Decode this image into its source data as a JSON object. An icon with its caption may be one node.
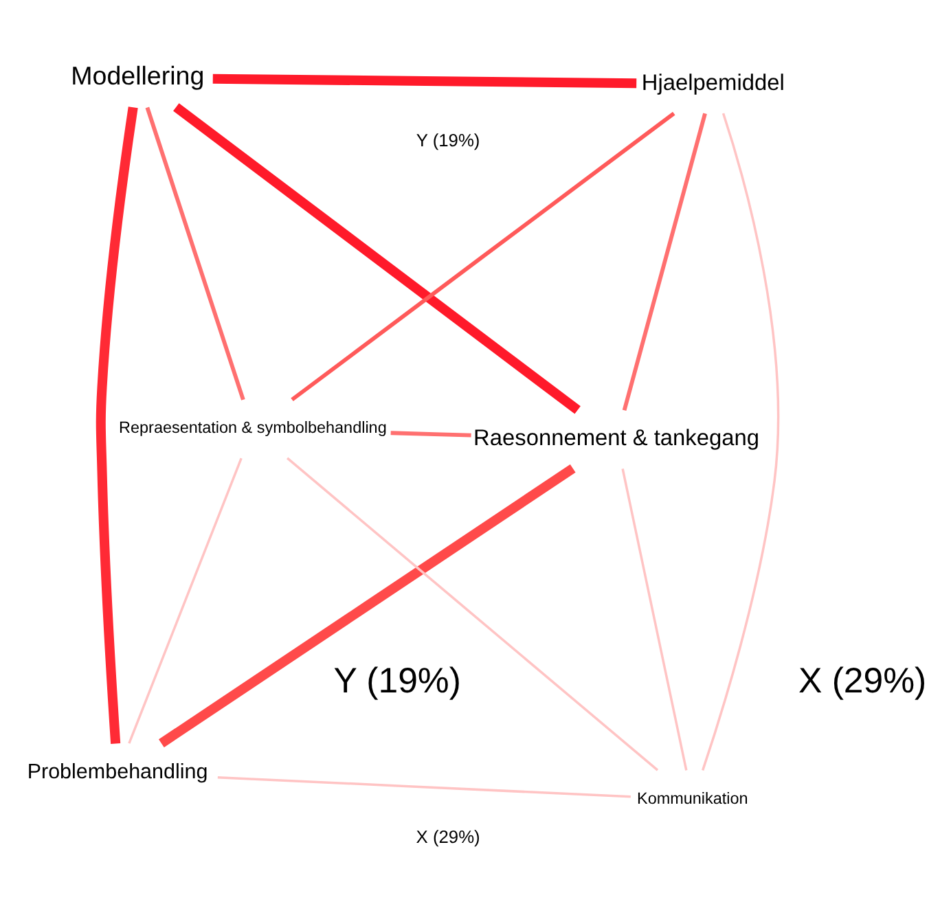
{
  "diagram": {
    "nodes": [
      {
        "text": [
          "Problembehandling"
        ]
      },
      {
        "text": [
          "Raesonnement & tankegang"
        ]
      },
      {
        "text": [
          "Repraesentation & symbolbehandling"
        ]
      },
      {
        "text": [
          "Modellering"
        ]
      },
      {
        "text": [
          "Kommunikation"
        ]
      },
      {
        "text": [
          "Hjaelpemiddel"
        ]
      }
    ],
    "edges": [
      {
        "from": 0,
        "to": 1,
        "arrow": "none",
        "style": "thick",
        "color": "#ff4a4a"
      },
      {
        "from": 0,
        "to": 3,
        "arrow": "none",
        "style": "thick",
        "color": "#ff2a35"
      },
      {
        "from": 0,
        "to": 2,
        "arrow": "none"
      },
      {
        "from": 0,
        "to": 4,
        "arrow": "none"
      },
      {
        "from": 1,
        "to": 3,
        "arrow": "none",
        "style": "thick",
        "color": "#ff1a2a"
      },
      {
        "from": 1,
        "to": 2,
        "arrow": "none",
        "color": "#ff7070"
      },
      {
        "from": 1,
        "to": 5,
        "arrow": "none",
        "color": "#ff7070"
      },
      {
        "from": 1,
        "to": 4,
        "arrow": "none"
      },
      {
        "from": 2,
        "to": 3,
        "arrow": "none",
        "color": "#ff7070"
      },
      {
        "from": 2,
        "to": 5,
        "arrow": "none",
        "color": "#ff5a5a"
      },
      {
        "from": 2,
        "to": 4,
        "arrow": "none"
      },
      {
        "from": 3,
        "to": 5,
        "arrow": "none",
        "style": "thick",
        "color": "#ff1a2a"
      },
      {
        "from": 5,
        "to": 4,
        "arrow": "none"
      }
    ],
    "labels": [
      "Y (19%)",
      "Y (19%)",
      "X (29%)",
      "X (29%)"
    ]
  }
}
